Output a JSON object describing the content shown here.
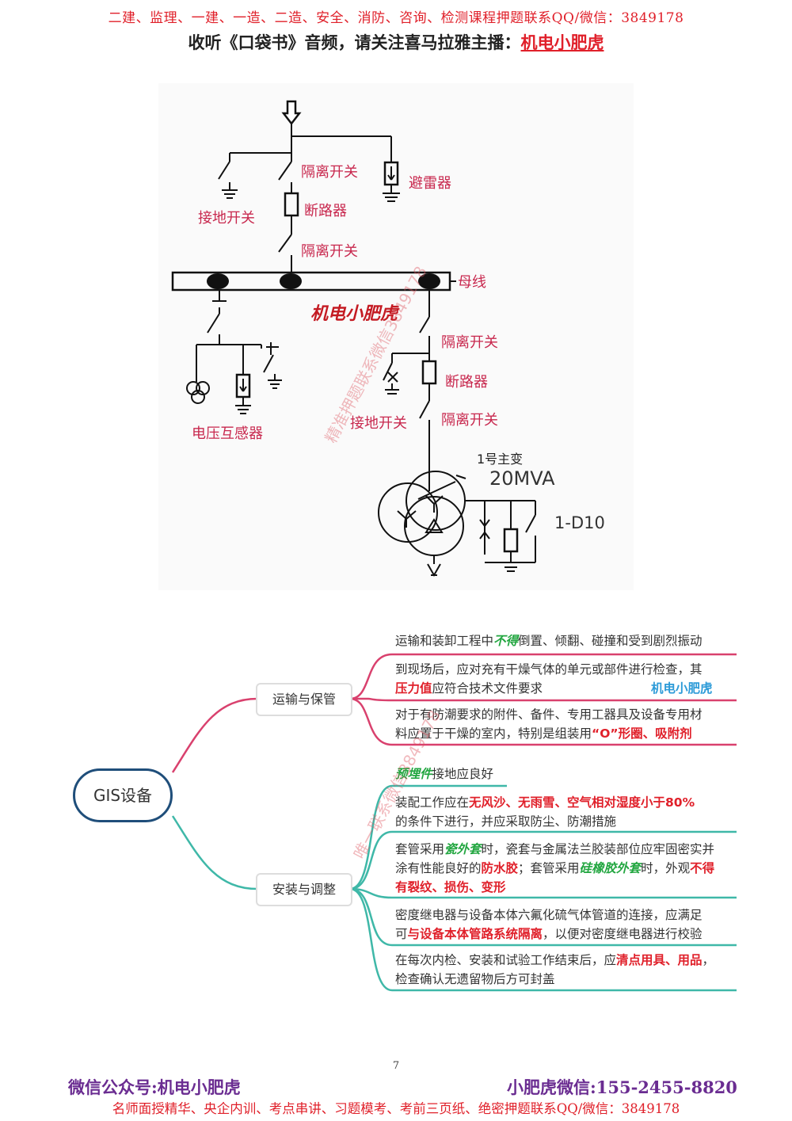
{
  "header": {
    "line1": "二建、监理、一建、一造、二造、安全、消防、咨询、检测课程押题联系QQ/微信：3849178",
    "line2_prefix": "收听《口袋书》音频，请关注喜马拉雅主播：",
    "line2_host": "机电小肥虎"
  },
  "diagram": {
    "labels": {
      "isolator_top1": "隔离开关",
      "breaker_top": "断路器",
      "isolator_top2": "隔离开关",
      "ground_switch_top": "接地开关",
      "arrester": "避雷器",
      "busbar": "母线",
      "voltage_transformer": "电压互感器",
      "isolator_r1": "隔离开关",
      "breaker_r": "断路器",
      "ground_switch_r": "接地开关",
      "isolator_r2": "隔离开关",
      "transformer_no": "1号主变",
      "transformer_rating": "20MVA",
      "transformer_id": "1-D10"
    },
    "watermark_brand": "机电小肥虎",
    "watermark_diag": "精准押题联系微信3849178"
  },
  "mindmap": {
    "root": "GIS设备",
    "branch1": {
      "label": "运输与保管",
      "leaf1": {
        "a": "运输和装卸工程中",
        "b": "不得",
        "c": "倒置、倾翻、碰撞和受到剧烈振动"
      },
      "leaf2": {
        "l1": "到现场后，应对充有干燥气体的单元或部件进行检查，其",
        "a": "压力值",
        "b": "应符合技术文件要求",
        "brand": "机电小肥虎"
      },
      "leaf3": {
        "l1": "对于有防潮要求的附件、备件、专用工器具及设备专用材",
        "a": "料应置于干燥的室内，特别是组装用",
        "b": "“O”形圈、吸附剂"
      }
    },
    "branch2": {
      "label": "安装与调整",
      "leaf1": {
        "a": "预埋件",
        "b": "接地应良好"
      },
      "leaf2": {
        "a": "装配工作应在",
        "b": "无风沙、无雨雪、空气相对湿度小于80%",
        "c": "的条件下进行，并应采取防尘、防潮措施"
      },
      "leaf3": {
        "a": "套管采用",
        "b": "瓷外套",
        "c": "时，瓷套与金属法兰胶装部位应牢固密实并",
        "d": "涂有性能良好的",
        "e": "防水胶",
        "f": "；套管采用",
        "g": "硅橡胶外套",
        "h": "时，外观",
        "i": "不得",
        "j": "有裂纹、损伤、变形"
      },
      "leaf4": {
        "l1": "密度继电器与设备本体六氟化硫气体管道的连接，应满足",
        "a": "可",
        "b": "与设备本体管路系统隔离",
        "c": "，以便对密度继电器进行校验"
      },
      "leaf5": {
        "a": "在每次内检、安装和试验工作结束后，应",
        "b": "清点用具、用品",
        "c": "，",
        "l2": "检查确认无遗留物后方可封盖"
      }
    },
    "watermark_diag": "唯一联系微信3849178"
  },
  "page_number": "7",
  "footer": {
    "left": "微信公众号:机电小肥虎",
    "right": "小肥虎微信:155-2455-8820",
    "line2": "名师面授精华、央企内训、考点串讲、习题模考、考前三页纸、绝密押题联系QQ/微信：3849178"
  },
  "colors": {
    "accent_red": "#e0202a",
    "label_pink": "#c8284e",
    "branch_pink": "#d9416e",
    "branch_teal": "#3fb8a8",
    "root_border": "#1f4e7a",
    "footer_purple": "#6a2c91"
  }
}
